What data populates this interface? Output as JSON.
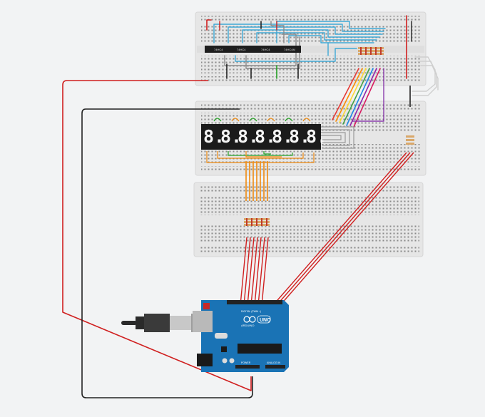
{
  "chips": [
    "74HC4 ",
    "74HC4 ",
    "74HC4 ",
    "74HC4M"
  ],
  "display": {
    "digits": [
      "8.",
      "8.",
      "8.",
      "8.",
      "8.",
      "8.",
      "8."
    ]
  },
  "arduino": {
    "model": "UNO",
    "brand": "ARDUINO",
    "digital_header": "DIGITAL (PWM ~)",
    "power_label": "POWER",
    "analog_label": "ANALOG IN"
  },
  "colors": {
    "breadboard": "#e6e6e6",
    "arduino_board": "#1a73b5",
    "wire_red": "#d01f1f",
    "wire_black": "#222222",
    "wire_orange": "#ee8a10",
    "wire_blue": "#3fa9d6",
    "wire_gray": "#9a9a9a",
    "wire_green": "#24a124"
  }
}
